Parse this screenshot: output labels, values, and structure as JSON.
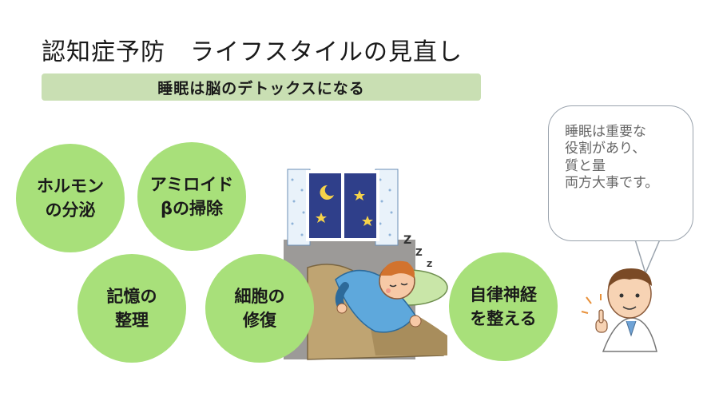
{
  "title": "認知症予防　ライフスタイルの見直し",
  "subtitle": "睡眠は脳のデトックスになる",
  "circles": [
    {
      "line1": "ホルモン",
      "line2": "の分泌"
    },
    {
      "line1": "アミロイド",
      "line2": "βの掃除"
    },
    {
      "line1": "記憶の",
      "line2": "整理"
    },
    {
      "line1": "細胞の",
      "line2": "修復"
    },
    {
      "line1": "自律神経",
      "line2": "を整える"
    }
  ],
  "bubble": {
    "line1": "睡眠は重要な",
    "line2": "役割があり、",
    "line3": "質と量",
    "line4": "両方大事です。"
  },
  "colors": {
    "circle_fill": "#a8e07a",
    "subtitle_bar": "#c9dfb3",
    "bubble_text": "#666666"
  },
  "illustrations": [
    "sleeping-child-illustration",
    "doctor-illustration"
  ]
}
